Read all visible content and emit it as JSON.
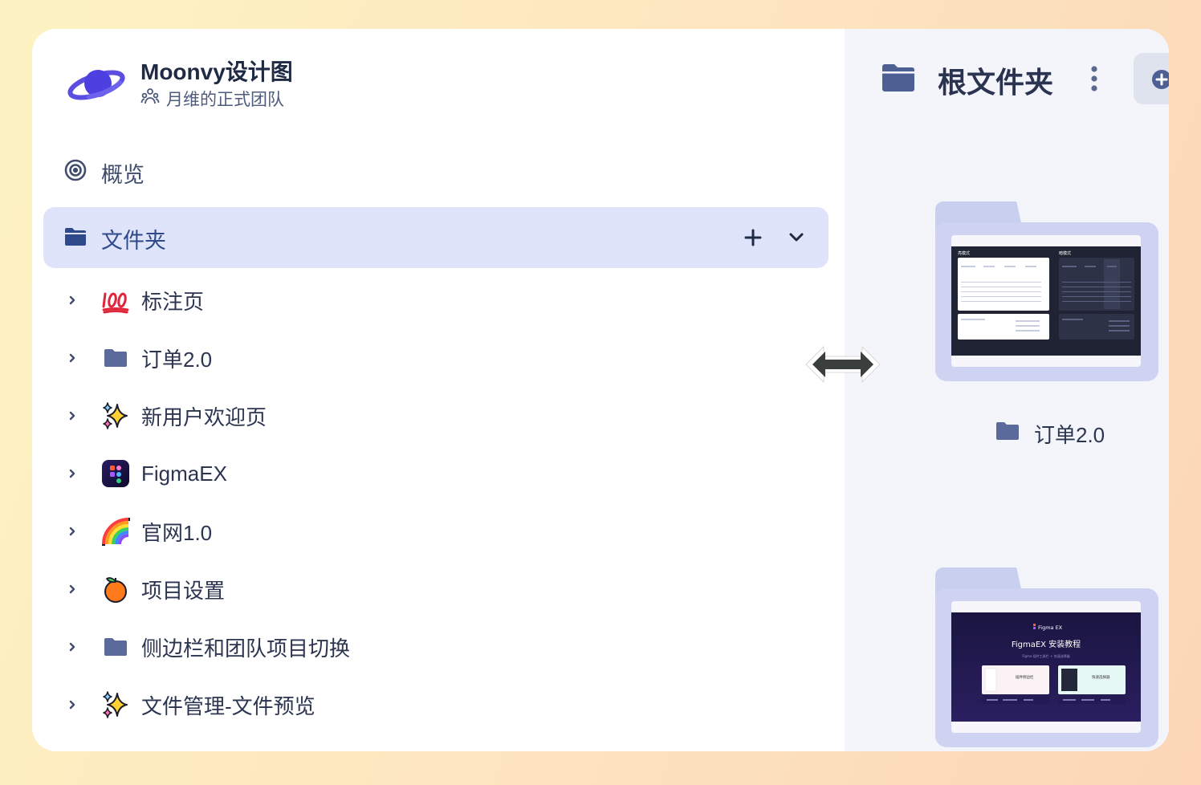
{
  "team": {
    "name": "Moonvy设计图",
    "subtitle": "月维的正式团队",
    "logo_icon": "planet-icon",
    "members_icon": "team-members-icon"
  },
  "nav": {
    "overview_label": "概览",
    "folders_label": "文件夹"
  },
  "tree": [
    {
      "label": "标注页",
      "icon": "hundred-points-emoji"
    },
    {
      "label": "订单2.0",
      "icon": "folder-icon"
    },
    {
      "label": "新用户欢迎页",
      "icon": "sparkles-emoji"
    },
    {
      "label": "FigmaEX",
      "icon": "figmaex-app-icon"
    },
    {
      "label": "官网1.0",
      "icon": "rainbow-emoji"
    },
    {
      "label": "项目设置",
      "icon": "tangerine-emoji"
    },
    {
      "label": "侧边栏和团队项目切换",
      "icon": "folder-icon"
    },
    {
      "label": "文件管理-文件预览",
      "icon": "sparkles-emoji"
    }
  ],
  "right_pane": {
    "title": "根文件夹",
    "folder_card_1_label": "订单2.0",
    "shot1": {
      "left_heading": "亮模式",
      "right_heading": "暗模式"
    },
    "shot2": {
      "brand": "Figma EX",
      "heading": "FigmaEX 安装教程",
      "sub": "Figma 插件工具栏 + 快速选择器",
      "card_left": "插件侧边栏",
      "card_right": "快速选择器"
    }
  },
  "colors": {
    "accent_bg": "#dfe4fb",
    "accent_text": "#2f4a8a",
    "folder_icon": "#4e5f93"
  }
}
